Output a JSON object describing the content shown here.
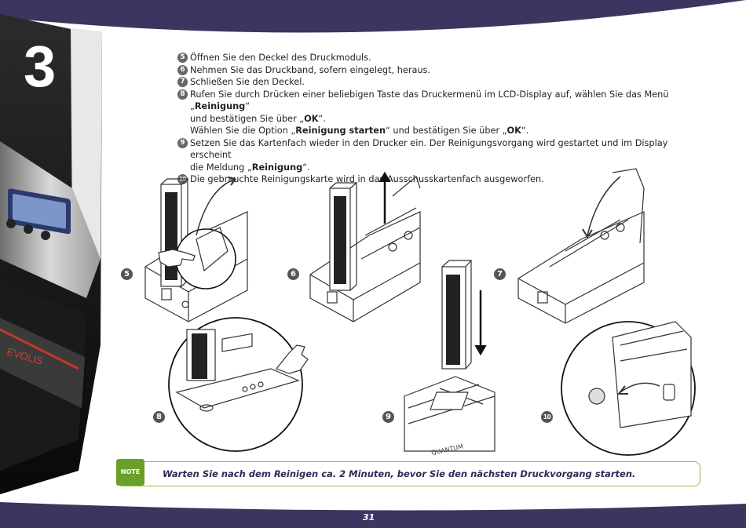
{
  "chapter_number": "3",
  "steps": [
    {
      "num": "5",
      "lines": [
        [
          {
            "t": "Öffnen Sie den Deckel des Druckmoduls."
          }
        ]
      ]
    },
    {
      "num": "6",
      "lines": [
        [
          {
            "t": "Nehmen Sie das Druckband, sofern eingelegt, heraus."
          }
        ]
      ]
    },
    {
      "num": "7",
      "lines": [
        [
          {
            "t": "Schließen Sie den Deckel."
          }
        ]
      ]
    },
    {
      "num": "8",
      "lines": [
        [
          {
            "t": "Rufen Sie durch Drücken einer beliebigen Taste das Druckermenü im LCD-Display auf, wählen Sie das Menü „"
          },
          {
            "t": "Reinigung",
            "b": true
          },
          {
            "t": "“"
          }
        ],
        [
          {
            "t": "und bestätigen Sie über „"
          },
          {
            "t": "OK",
            "b": true
          },
          {
            "t": "“."
          }
        ],
        [
          {
            "t": "Wählen Sie die Option „"
          },
          {
            "t": "Reinigung starten",
            "b": true
          },
          {
            "t": "“ und bestätigen Sie über „"
          },
          {
            "t": "OK",
            "b": true
          },
          {
            "t": "“."
          }
        ]
      ]
    },
    {
      "num": "9",
      "lines": [
        [
          {
            "t": "Setzen Sie das Kartenfach wieder in den Drucker ein. Der Reinigungsvorgang wird gestartet und im Display erscheint"
          }
        ],
        [
          {
            "t": "die Meldung „"
          },
          {
            "t": "Reinigung",
            "b": true
          },
          {
            "t": "“."
          }
        ]
      ]
    },
    {
      "num": "10",
      "lines": [
        [
          {
            "t": "Die gebrauchte Reinigungskarte wird in das Ausschusskartenfach ausgeworfen."
          }
        ]
      ]
    }
  ],
  "figure_labels": [
    "5",
    "6",
    "7",
    "8",
    "9",
    "10"
  ],
  "note": {
    "icon_label": "NOTE",
    "text": "Warten Sie nach dem Reinigen ca. 2 Minuten, bevor Sie den nächsten Druckvorgang starten."
  },
  "photo_brand": "EVOLIS",
  "page_number": "31",
  "colors": {
    "band": "#3b3560",
    "note_border": "#8bbf3c",
    "note_icon": "#6aa02a"
  }
}
